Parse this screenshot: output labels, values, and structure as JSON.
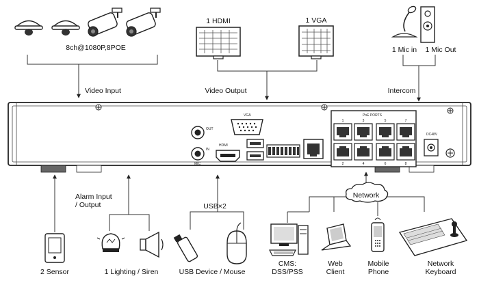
{
  "top": {
    "cameras_label": "8ch@1080P,8POE",
    "video_input_label": "Video Input",
    "video_output_label": "Video Output",
    "hdmi_label": "1 HDMI",
    "vga_label": "1 VGA",
    "mic_in_label": "1 Mic in",
    "mic_out_label": "1 Mic Out",
    "intercom_label": "Intercom"
  },
  "panel": {
    "vga_port": "VGA",
    "out_port": "OUT",
    "in_port": "IN",
    "mic_port": "MIC",
    "hdmi_port": "HDMI",
    "poe_header": "PoE PORTS",
    "poe_numbers_top": [
      "1",
      "3",
      "5",
      "7"
    ],
    "poe_numbers_bottom": [
      "2",
      "4",
      "6",
      "8"
    ],
    "power_port": "DC48V"
  },
  "bottom": {
    "sensor_label": "2 Sensor",
    "alarm_label": "Alarm Input\n/ Output",
    "lighting_label": "1 Lighting / Siren",
    "usb_count_label": "USB×2",
    "usb_label": "USB Device / Mouse",
    "network_label": "Network",
    "cms_label": "CMS:\nDSS/PSS",
    "web_label": "Web\nClient",
    "mobile_label": "Mobile\nPhone",
    "keyboard_label": "Network\nKeyboard"
  }
}
